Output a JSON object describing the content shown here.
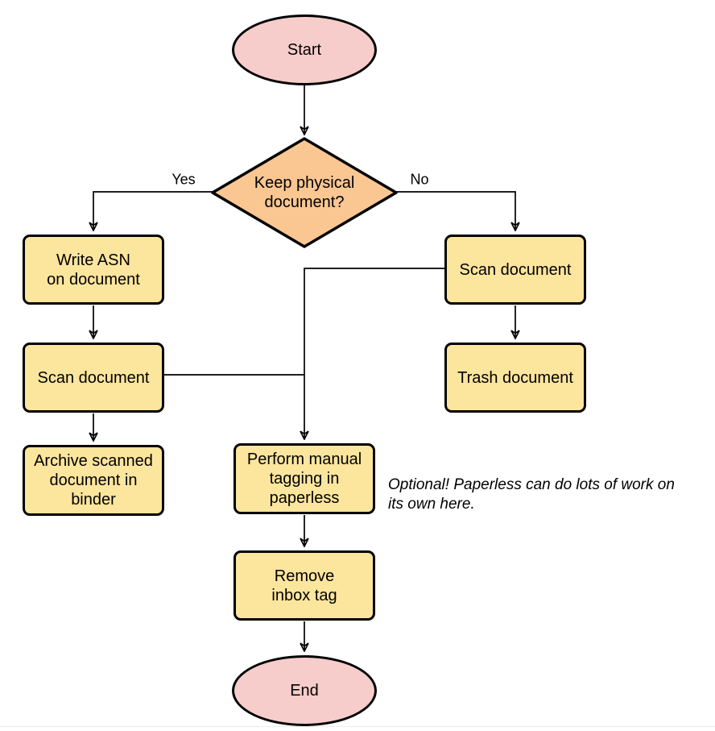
{
  "diagram": {
    "nodes": {
      "start": {
        "label": "Start"
      },
      "decision": {
        "label": "Keep physical\ndocument?"
      },
      "write_asn": {
        "label": "Write ASN\non document"
      },
      "scan_left": {
        "label": "Scan document"
      },
      "archive": {
        "label": "Archive scanned\ndocument in\nbinder"
      },
      "scan_right": {
        "label": "Scan document"
      },
      "trash": {
        "label": "Trash document"
      },
      "tagging": {
        "label": "Perform manual\ntagging in\npaperless"
      },
      "remove_inbox": {
        "label": "Remove\ninbox tag"
      },
      "end": {
        "label": "End"
      }
    },
    "edge_labels": {
      "yes": "Yes",
      "no": "No"
    },
    "annotation": "Optional! Paperless can do lots of work on\nits own here.",
    "colors": {
      "terminal_fill": "#F6CDCB",
      "decision_fill": "#FAC692",
      "process_fill": "#FCE59D",
      "stroke": "#000000"
    }
  }
}
